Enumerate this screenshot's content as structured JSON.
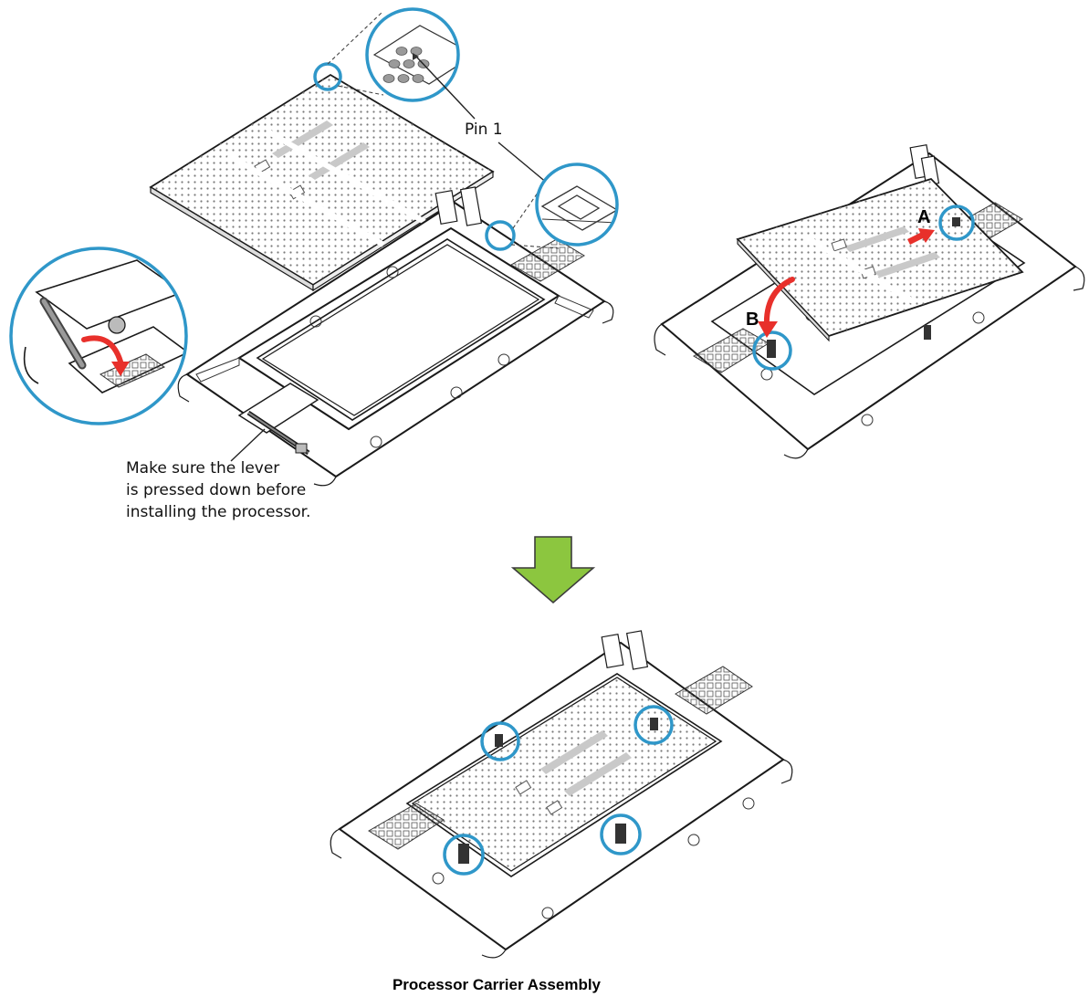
{
  "labels": {
    "pin1": "Pin 1",
    "lever_note": [
      "Make sure the lever",
      "is pressed down before",
      "installing the processor."
    ],
    "step_a": "A",
    "step_b": "B",
    "caption": "Processor Carrier Assembly"
  },
  "colors": {
    "callout": "#2f97c9",
    "motion_arrow": "#e8302b",
    "next_step_arrow": "#8cc63f",
    "next_step_arrow_outline": "#3c3c3c",
    "line_art": "#1a1a1a"
  },
  "icons": {
    "next_step": "arrow-down-icon"
  }
}
